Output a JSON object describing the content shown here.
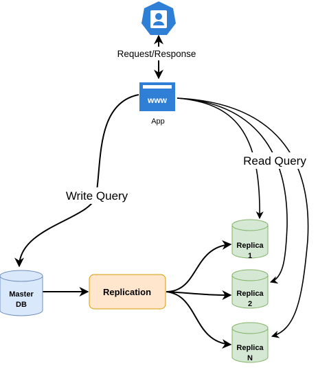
{
  "nodes": {
    "user_icon": {
      "icon": "user-icon",
      "color": "#2f7fd6"
    },
    "app": {
      "label": "App",
      "icon": "www-browser-icon",
      "color": "#2f7fd6",
      "badge": "www"
    },
    "master_db": {
      "label_line1": "Master",
      "label_line2": "DB",
      "fill": "#dae8fc",
      "stroke": "#6c8ebf"
    },
    "replication": {
      "label": "Replication",
      "fill": "#ffe6cc",
      "stroke": "#d79b00"
    },
    "replicas": [
      {
        "label_line1": "Replica",
        "label_line2": "1"
      },
      {
        "label_line1": "Replica",
        "label_line2": "2"
      },
      {
        "label_line1": "Replica",
        "label_line2": "N"
      }
    ],
    "replica_style": {
      "fill": "#d5e8d4",
      "stroke": "#82b366"
    }
  },
  "edges": {
    "request_response": "Request/Response",
    "write_query": "Write Query",
    "read_query": "Read Query"
  }
}
